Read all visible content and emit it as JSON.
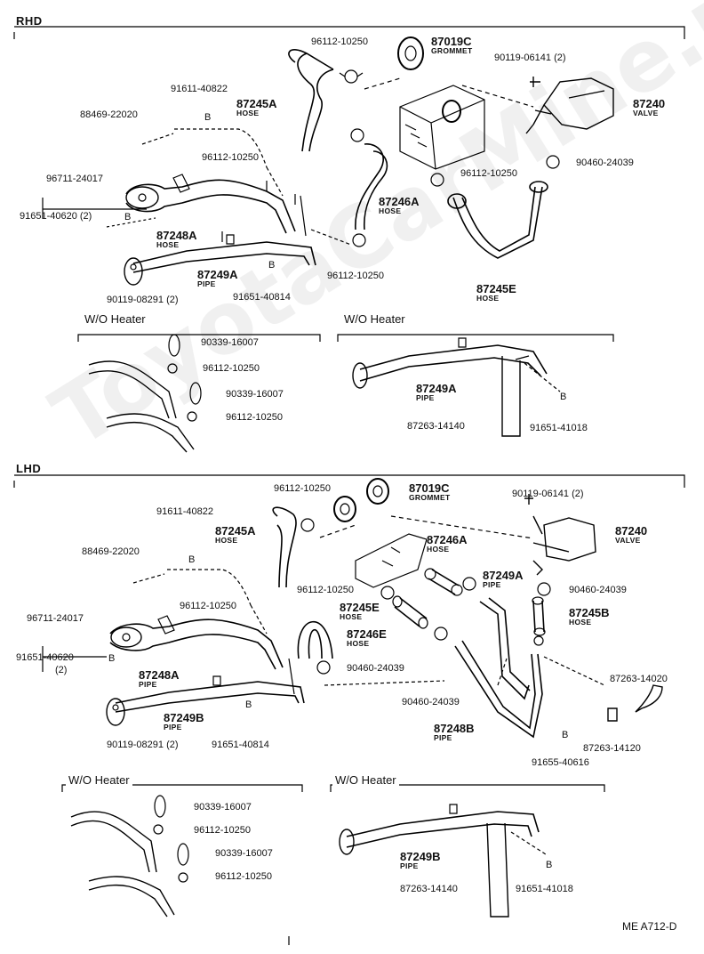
{
  "sections": {
    "rhd": "RHD",
    "lhd": "LHD"
  },
  "wo_heater": "W/O  Heater",
  "watermark": "ToyotaCarMine.ru",
  "ref_code": "ME  A712-D",
  "b": "B",
  "rhd": {
    "p96112_top": "96112-10250",
    "p87019c": "87019C",
    "grommet": "GROMMET",
    "p90119_06141": "90119-06141 (2)",
    "p91611": "91611-40822",
    "p88469": "88469-22020",
    "p87245a": "87245A",
    "hose": "HOSE",
    "valve": "VALVE",
    "pipe": "PIPE",
    "p87240": "87240",
    "p96112_mid": "96112-10250",
    "p90460": "90460-24039",
    "p96711": "96711-24017",
    "p96112_right": "96112-10250",
    "p87246a": "87246A",
    "p91651_40620": "91651-40620 (2)",
    "p87248a": "87248A",
    "p96112_low": "96112-10250",
    "p87249a": "87249A",
    "p87245e": "87245E",
    "p90119_08291": "90119-08291 (2)",
    "p91651_40814": "91651-40814",
    "wo_left": [
      "90339-16007",
      "96112-10250",
      "90339-16007",
      "96112-10250"
    ],
    "wo_right": {
      "p87249a": "87249A",
      "p87263": "87263-14140",
      "p91651": "91651-41018"
    }
  },
  "lhd": {
    "p96112_top": "96112-10250",
    "p87019c": "87019C",
    "grommet": "GROMMET",
    "p90119_06141": "90119-06141 (2)",
    "p91611": "91611-40822",
    "p87245a": "87245A",
    "p87246a": "87246A",
    "p87240": "87240",
    "p88469": "88469-22020",
    "p87249a": "87249A",
    "p96112_mid": "96112-10250",
    "p90460_r": "90460-24039",
    "p96112_low": "96112-10250",
    "p87245e": "87245E",
    "p87245b": "87245B",
    "p96711": "96711-24017",
    "p87246e": "87246E",
    "p91651_40620": "91651-40620",
    "p2": "(2)",
    "p87248a": "87248A",
    "p90460_c": "90460-24039",
    "p87263_14020": "87263-14020",
    "p87249b": "87249B",
    "p90460_b": "90460-24039",
    "p87248b": "87248B",
    "p90119_08291": "90119-08291  (2)",
    "p91651_40814": "91651-40814",
    "p87263_14120": "87263-14120",
    "p91655": "91655-40616",
    "wo_left": [
      "90339-16007",
      "96112-10250",
      "90339-16007",
      "96112-10250"
    ],
    "wo_right": {
      "p87249b": "87249B",
      "p87263": "87263-14140",
      "p91651": "91651-41018"
    }
  }
}
